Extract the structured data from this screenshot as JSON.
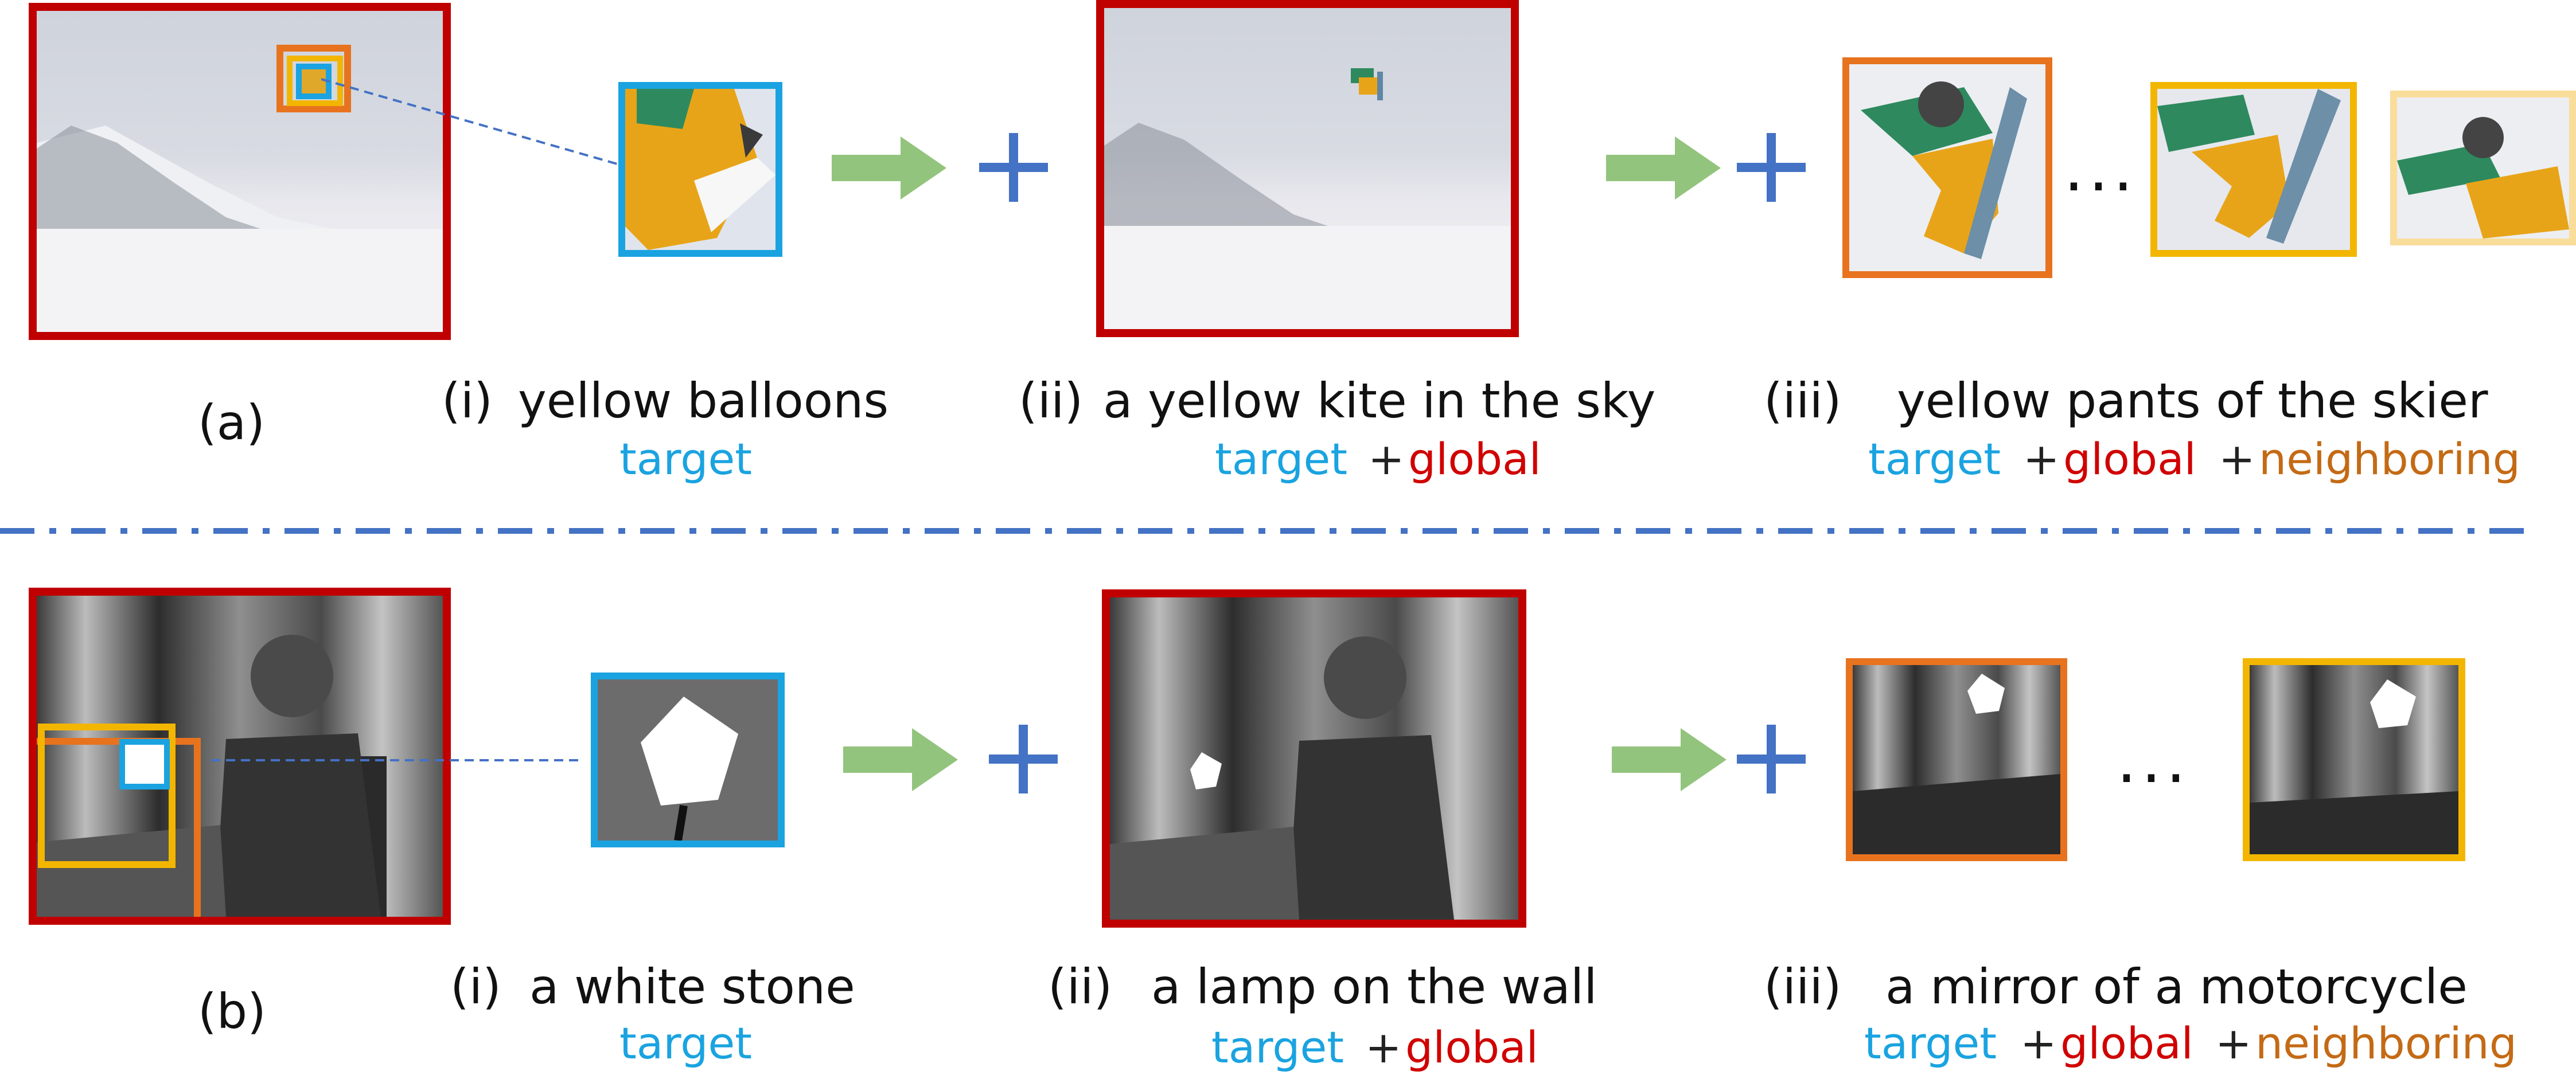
{
  "row_a": {
    "label": "(a)",
    "captions": {
      "i_num": "(i)",
      "i_text": "yellow balloons",
      "ii_num": "(ii)",
      "ii_text": "a yellow kite in the sky",
      "iii_num": "(iii)",
      "iii_text": "yellow pants of the skier"
    }
  },
  "row_b": {
    "label": "(b)",
    "captions": {
      "i_num": "(i)",
      "i_text": "a white stone",
      "ii_num": "(ii)",
      "ii_text": "a lamp on the wall",
      "iii_num": "(iii)",
      "iii_text": "a mirror of a motorcycle"
    }
  },
  "legend_words": {
    "target": "target",
    "global": "global",
    "neighboring": "neighboring",
    "plus": "+"
  },
  "ellipsis": "...",
  "colors": {
    "global_border": "#c00000",
    "target_border": "#1aa3e0",
    "neighbor_orange": "#e8731f",
    "neighbor_gold": "#f2b600",
    "neighbor_pale": "#f9dd9a",
    "arrow": "#93c47d",
    "plus_sign": "#4472c4",
    "separator": "#4472c4"
  },
  "icons": [
    "right-arrow-icon",
    "plus-icon"
  ]
}
